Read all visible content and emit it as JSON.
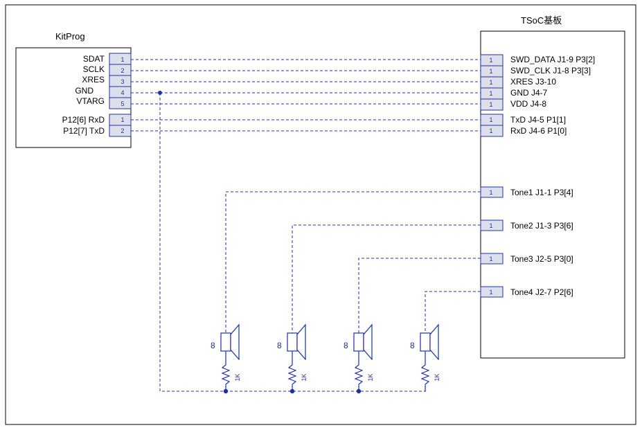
{
  "kitprog": {
    "title": "KitProg",
    "group1": [
      {
        "label": "SDAT",
        "pin": "1"
      },
      {
        "label": "SCLK",
        "pin": "2"
      },
      {
        "label": "XRES",
        "pin": "3"
      },
      {
        "label": "GND",
        "pin": "4"
      },
      {
        "label": "VTARG",
        "pin": "5"
      }
    ],
    "group2": [
      {
        "label": "P12[6] RxD",
        "pin": "1"
      },
      {
        "label": "P12[7] TxD",
        "pin": "2"
      }
    ]
  },
  "tsoc": {
    "title": "TSoC基板",
    "pins": [
      {
        "label": "SWD_DATA J1-9 P3[2]",
        "pin": "1"
      },
      {
        "label": "SWD_CLK J1-8 P3[3]",
        "pin": "1"
      },
      {
        "label": "XRES J3-10",
        "pin": "1"
      },
      {
        "label": "GND J4-7",
        "pin": "1"
      },
      {
        "label": "VDD J4-8",
        "pin": "1"
      },
      {
        "label": "TxD J4-5 P1[1]",
        "pin": "1"
      },
      {
        "label": "RxD J4-6 P1[0]",
        "pin": "1"
      }
    ],
    "tones": [
      {
        "label": "Tone1 J1-1 P3[4]",
        "pin": "1"
      },
      {
        "label": "Tone2 J1-3 P3[6]",
        "pin": "1"
      },
      {
        "label": "Tone3 J2-5 P3[0]",
        "pin": "1"
      },
      {
        "label": "Tone4 J2-7 P2[6]",
        "pin": "1"
      }
    ]
  },
  "speakers": [
    {
      "impedance": "8",
      "resistor": "1K"
    },
    {
      "impedance": "8",
      "resistor": "1K"
    },
    {
      "impedance": "8",
      "resistor": "1K"
    },
    {
      "impedance": "8",
      "resistor": "1K"
    }
  ],
  "colors": {
    "wire": "#1f2fa0",
    "pin_fill": "#dde0ea"
  }
}
